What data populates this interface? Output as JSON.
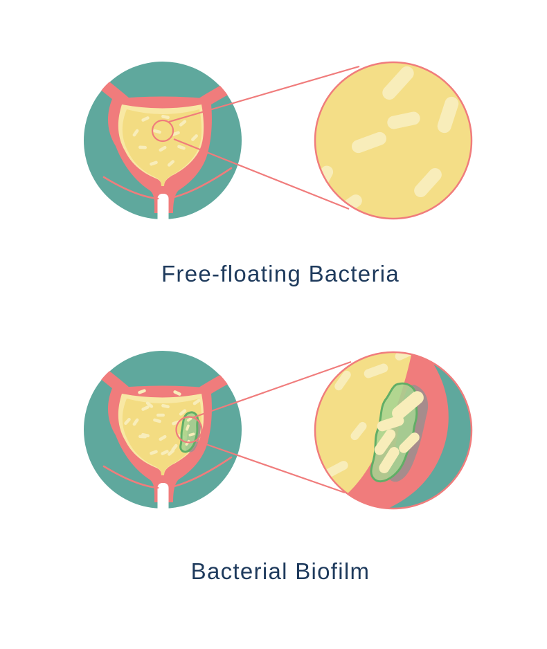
{
  "page": {
    "background": "#ffffff"
  },
  "colors": {
    "background": "#ffffff",
    "teal": "#5FA89D",
    "pink": "#F07C7C",
    "yellow": "#F3DC82",
    "yellow_big": "#F4DE87",
    "cream": "#F8EDBA",
    "cream_rim": "#F8E8A4",
    "green": "#A6D491",
    "green_dark": "#61AE66",
    "mauve": "#A08D8D",
    "navy": "#1E3A5C"
  },
  "diagrams": [
    {
      "id": "free-floating",
      "caption": "Free-floating Bacteria",
      "left_icon": "bladder-in-pelvis-icon",
      "right_icon": "magnified-free-bacteria-icon"
    },
    {
      "id": "bacterial-biofilm",
      "caption": "Bacterial Biofilm",
      "left_icon": "bladder-with-biofilm-icon",
      "right_icon": "magnified-biofilm-icon"
    }
  ]
}
